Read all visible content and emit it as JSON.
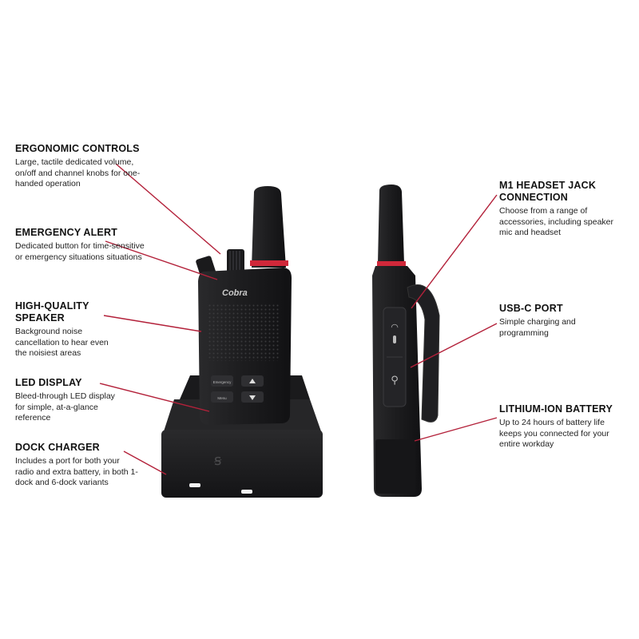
{
  "brand": {
    "name": "Cobra"
  },
  "radio_buttons": {
    "left_top": "Emergency",
    "left_bottom": "Menu"
  },
  "colors": {
    "accent_red": "#d0283a",
    "leader_red": "#b3213a",
    "device_black": "#1e1e20"
  },
  "callouts_left": [
    {
      "title": "ERGONOMIC CONTROLS",
      "text": "Large, tactile dedicated volume, on/off and channel knobs for one-handed operation"
    },
    {
      "title": "EMERGENCY ALERT",
      "text": "Dedicated button for time-sensitive or emergency situations situations"
    },
    {
      "title": "HIGH-QUALITY SPEAKER",
      "text": "Background noise cancellation to hear even the noisiest areas"
    },
    {
      "title": "LED DISPLAY",
      "text": "Bleed-through LED display for simple, at-a-glance reference"
    },
    {
      "title": "DOCK CHARGER",
      "text": "Includes a port for both your radio and extra battery, in both 1-dock and 6-dock variants"
    }
  ],
  "callouts_right": [
    {
      "title": "M1 HEADSET JACK CONNECTION",
      "text": "Choose from a range of accessories, including speaker mic and headset"
    },
    {
      "title": "USB-C PORT",
      "text": "Simple charging and programming"
    },
    {
      "title": "LITHIUM-ION BATTERY",
      "text": "Up to 24 hours of battery life keeps you connected for your entire workday"
    }
  ]
}
